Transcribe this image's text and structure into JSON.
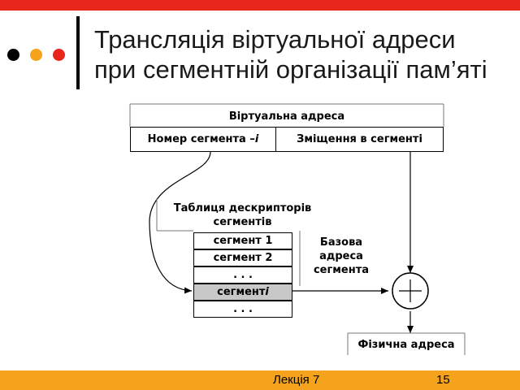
{
  "slide": {
    "title_line1": "Трансляція віртуальної адреси",
    "title_line2": "при сегментній організації пам’яті",
    "colors": {
      "top_bar": "#e8261c",
      "bottom_bar": "#f5a31d",
      "dot_black": "#000000",
      "dot_orange": "#f5a31d",
      "dot_red": "#e8261c"
    }
  },
  "diagram": {
    "virtual_address_title": "Віртуальна адреса",
    "segment_number_label": "Номер сегмента – ",
    "segment_number_var": "i",
    "offset_label": "Зміщення в сегменті",
    "table_title_line1": "Таблиця дескрипторів",
    "table_title_line2": "сегментів",
    "table_rows": [
      {
        "label": "сегмент 1",
        "var": ""
      },
      {
        "label": "сегмент 2",
        "var": ""
      },
      {
        "label": ". . .",
        "var": ""
      },
      {
        "label": "сегмент ",
        "var": "i"
      },
      {
        "label": ". . .",
        "var": ""
      }
    ],
    "base_line1": "Базова",
    "base_line2": "адреса",
    "base_line3": "сегмента",
    "adder_symbol": "+",
    "physical_address": "Фізична адреса"
  },
  "footer": {
    "lecture": "Лекція 7",
    "page": "15"
  }
}
